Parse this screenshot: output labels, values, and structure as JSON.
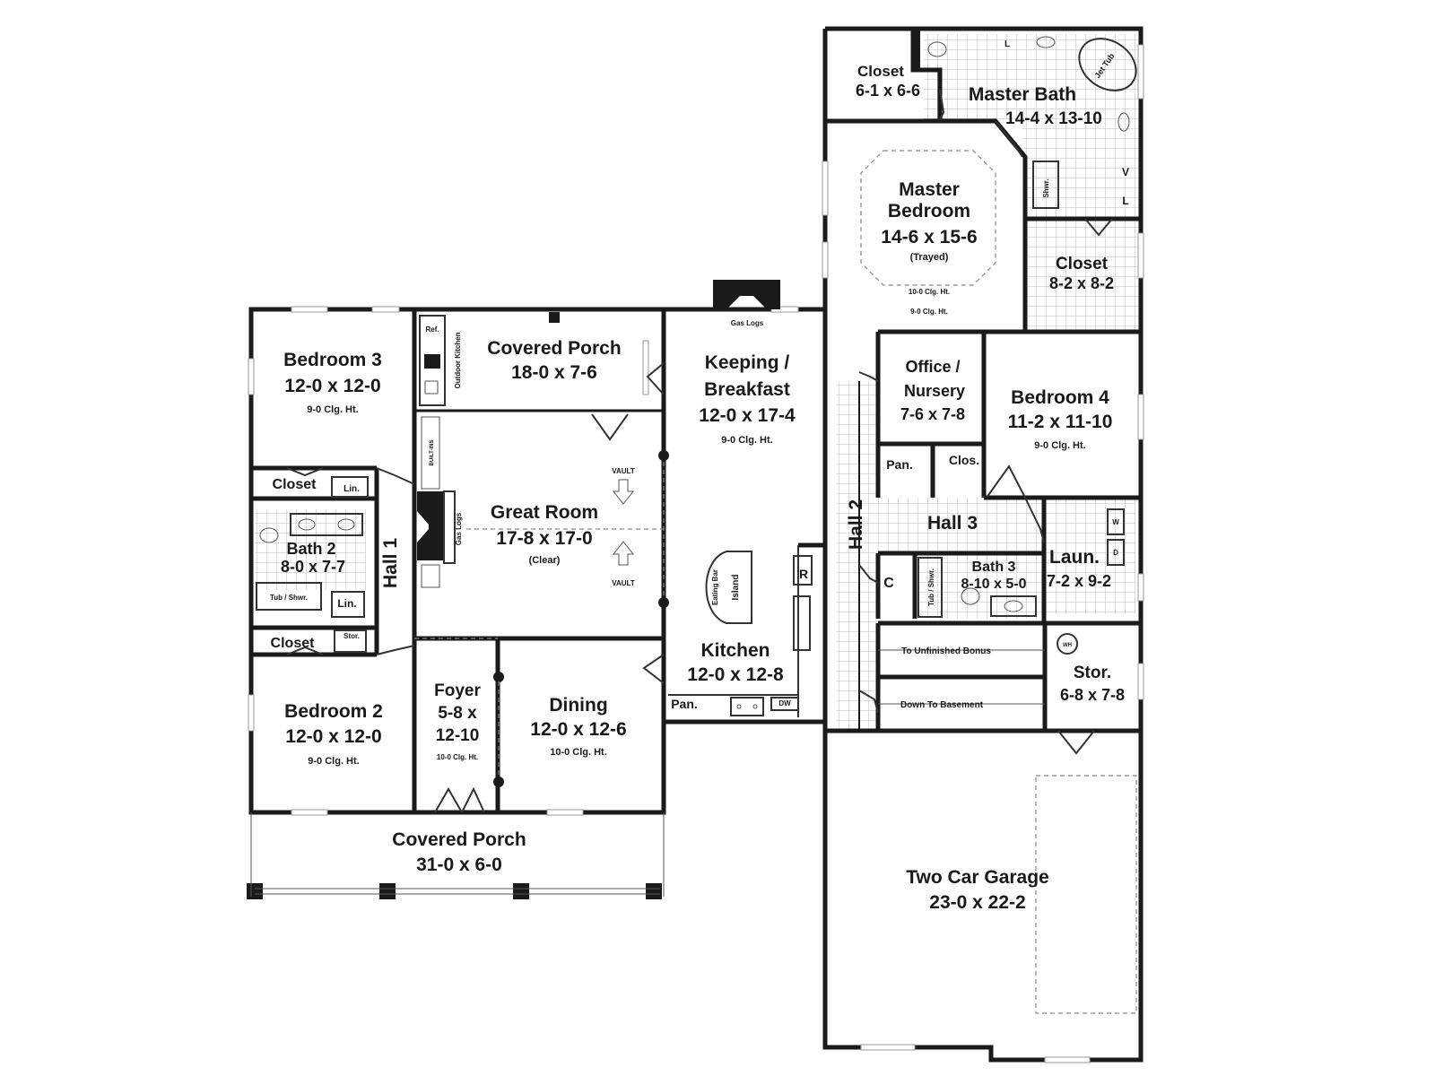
{
  "rooms": {
    "bedroom3": {
      "name": "Bedroom 3",
      "size": "12-0 x 12-0",
      "ceiling": "9-0 Clg. Ht."
    },
    "covered_porch_rear": {
      "name": "Covered Porch",
      "size": "18-0 x 7-6"
    },
    "keeping": {
      "name1": "Keeping /",
      "name2": "Breakfast",
      "size": "12-0 x 17-4",
      "ceiling": "9-0 Clg. Ht."
    },
    "great_room": {
      "name": "Great Room",
      "size": "17-8 x 17-0",
      "note": "(Clear)"
    },
    "bath2": {
      "name": "Bath 2",
      "size": "8-0 x 7-7"
    },
    "hall1": {
      "name": "Hall 1"
    },
    "bedroom2": {
      "name": "Bedroom 2",
      "size": "12-0 x 12-0",
      "ceiling": "9-0 Clg. Ht."
    },
    "foyer": {
      "name": "Foyer",
      "size1": "5-8 x",
      "size2": "12-10",
      "ceiling": "10-0 Clg. Ht."
    },
    "dining": {
      "name": "Dining",
      "size": "12-0 x 12-6",
      "ceiling": "10-0 Clg. Ht."
    },
    "kitchen": {
      "name": "Kitchen",
      "size": "12-0 x 12-8"
    },
    "covered_porch_front": {
      "name": "Covered Porch",
      "size": "31-0 x 6-0"
    },
    "closet_top": {
      "name": "Closet",
      "size": "6-1 x 6-6"
    },
    "master_bath": {
      "name": "Master Bath",
      "size": "14-4 x 13-10"
    },
    "master_bedroom": {
      "name1": "Master",
      "name2": "Bedroom",
      "size": "14-6 x 15-6",
      "note": "(Trayed)",
      "ceiling1": "10-0 Clg. Ht.",
      "ceiling2": "9-0 Clg. Ht."
    },
    "master_closet": {
      "name": "Closet",
      "size": "8-2 x 8-2"
    },
    "office": {
      "name1": "Office /",
      "name2": "Nursery",
      "size": "7-6 x 7-8"
    },
    "bedroom4": {
      "name": "Bedroom 4",
      "size": "11-2 x 11-10",
      "ceiling": "9-0 Clg. Ht."
    },
    "hall2": {
      "name": "Hall 2"
    },
    "hall3": {
      "name": "Hall 3"
    },
    "bath3": {
      "name": "Bath 3",
      "size": "8-10 x 5-0"
    },
    "laundry": {
      "name": "Laun.",
      "size": "7-2 x 9-2"
    },
    "storage": {
      "name": "Stor.",
      "size": "6-8 x 7-8"
    },
    "garage": {
      "name": "Two Car Garage",
      "size": "23-0 x 22-2"
    }
  },
  "labels": {
    "closet": "Closet",
    "lin": "Lin.",
    "stor": "Stor.",
    "tub_shwr": "Tub / Shwr.",
    "gas_logs": "Gas Logs",
    "built_ins": "BUILT-INS",
    "vault": "VAULT",
    "ref": "Ref.",
    "outdoor_kitchen": "Outdoor Kitchen",
    "eating_bar": "Eating Bar",
    "island": "Island",
    "pan": "Pan.",
    "dw": "DW",
    "r": "R",
    "clos": "Clos.",
    "c": "C",
    "w": "W",
    "d": "D",
    "l": "L",
    "v": "V",
    "shwr": "Shwr.",
    "jet_tub": "Jet Tub",
    "to_bonus": "To Unfinished Bonus",
    "to_basement": "Down To Basement",
    "wh": "WH"
  },
  "colors": {
    "wall": "#1a1a1a",
    "tile": "#bdbdbd",
    "background": "#ffffff"
  }
}
